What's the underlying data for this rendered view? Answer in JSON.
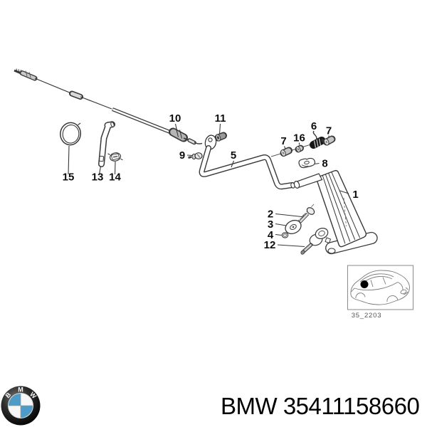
{
  "page": {
    "background": "#ffffff"
  },
  "diagram": {
    "callouts": {
      "c1": "1",
      "c2": "2",
      "c3": "3",
      "c4": "4",
      "c5": "5",
      "c6": "6",
      "c7a": "7",
      "c7b": "7",
      "c8": "8",
      "c9": "9",
      "c10": "10",
      "c11": "11",
      "c12": "12",
      "c13": "13",
      "c14": "14",
      "c15": "15",
      "c16": "16"
    },
    "inset_caption": "35_2203"
  },
  "footer": {
    "logo_letters": [
      "B",
      "M",
      "W"
    ],
    "part_text": "BMW 35411158660"
  },
  "colors": {
    "line": "#383838",
    "label": "#0d0d0d",
    "logo_blue": "#4d9bc6",
    "logo_black": "#000000"
  }
}
